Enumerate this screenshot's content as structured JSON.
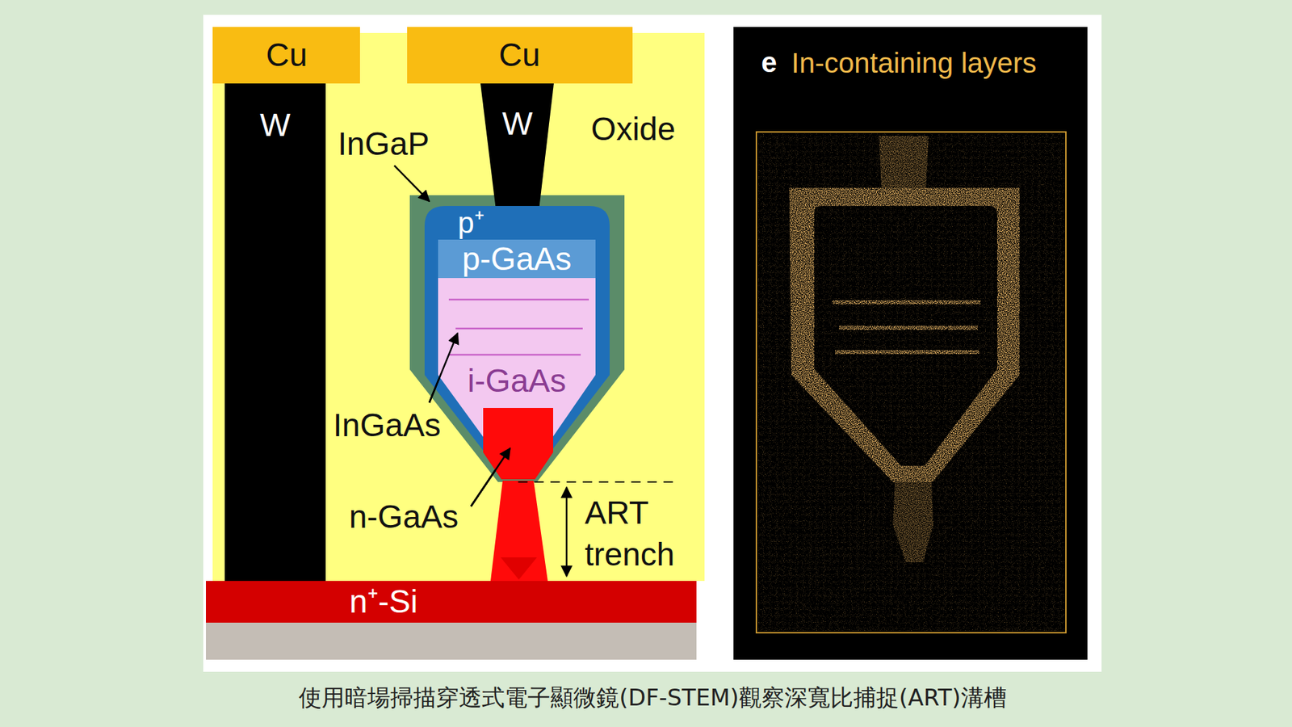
{
  "diagram": {
    "caption": "使用暗場掃描穿透式電子顯微鏡(DF-STEM)觀察深寬比捕捉(ART)溝槽",
    "nodes": [
      {
        "text": [
          "Cu"
        ]
      },
      {
        "text": [
          "Cu"
        ]
      },
      {
        "text": [
          "Oxide"
        ]
      },
      {
        "text": [
          "W"
        ],
        "in": 2
      },
      {
        "text": [
          "W"
        ],
        "in": 2
      },
      {
        "text": [
          "p⁺"
        ],
        "in": 2
      },
      {
        "text": [
          "p-GaAs"
        ],
        "in": 5
      },
      {
        "text": [
          "i-GaAs"
        ],
        "in": 5
      },
      {
        "text": [
          "n⁺-Si"
        ]
      }
    ],
    "labels": [
      "InGaP",
      "InGaAs",
      "n-GaAs",
      "ART trench",
      "e",
      "In-containing layers"
    ]
  }
}
